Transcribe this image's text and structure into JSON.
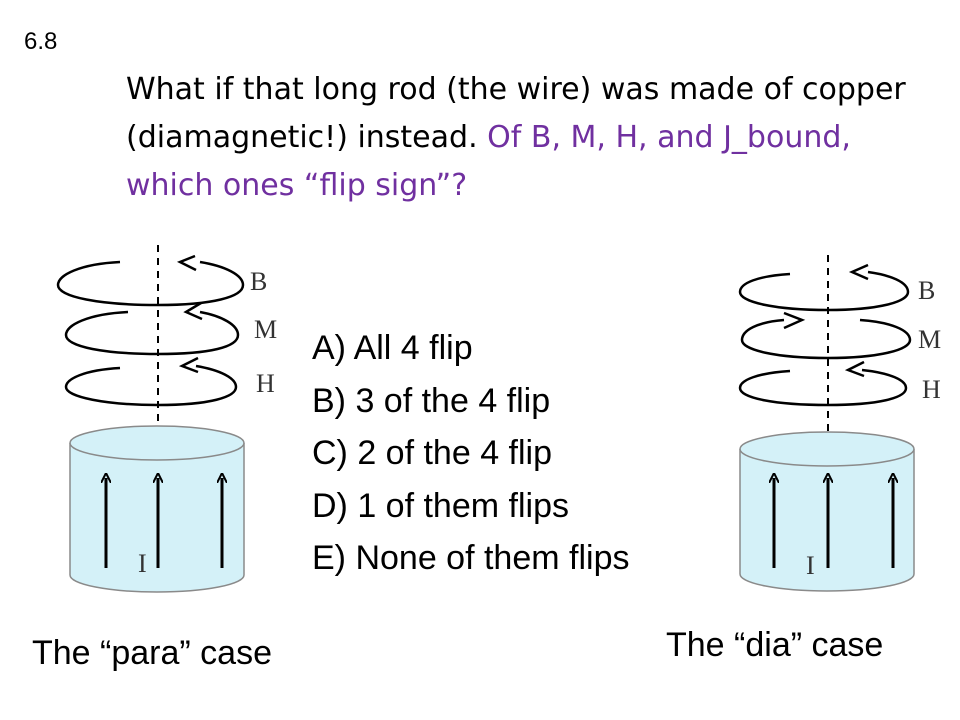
{
  "slide_number": "6.8",
  "question": {
    "part1": "What if that long rod (the wire) was made of copper (diamagnetic!) instead.",
    "part2": "Of B, M, H, and J_bound, which ones “flip sign”?"
  },
  "options": [
    "A) All 4 flip",
    "B) 3 of the 4 flip",
    "C) 2 of the 4 flip",
    "D) 1 of them flips",
    "E) None of them flips"
  ],
  "para": {
    "caption": "The “para” case",
    "labels": {
      "b": "B",
      "m": "M",
      "h": "H",
      "current": "I"
    }
  },
  "dia": {
    "caption": "The “dia” case",
    "labels": {
      "b": "B",
      "m": "M",
      "h": "H",
      "current": "I"
    }
  },
  "colors": {
    "question_highlight": "#7030a0",
    "cylinder_fill": "#d4f1f8"
  }
}
